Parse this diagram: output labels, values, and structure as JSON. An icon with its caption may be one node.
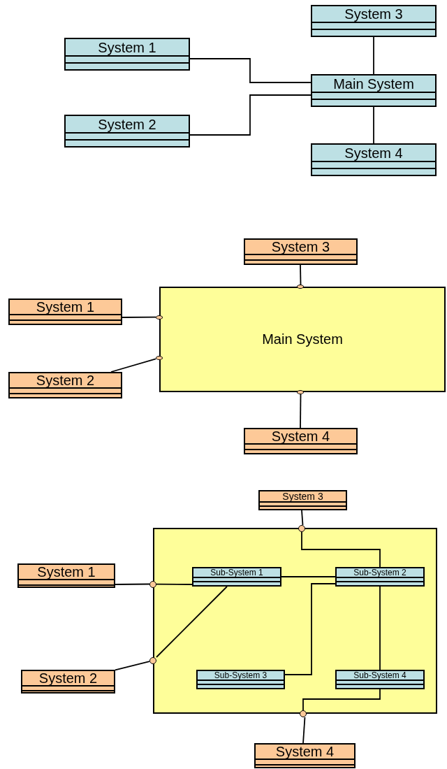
{
  "diagram": {
    "nodes": [
      {
        "text": [
          "System 3"
        ]
      },
      {
        "text": [
          "System 1"
        ]
      },
      {
        "text": [
          "Main System"
        ]
      },
      {
        "text": [
          "System 2"
        ]
      },
      {
        "text": [
          "System 4"
        ]
      },
      {
        "text": [
          "System 3"
        ]
      },
      {
        "text": [
          "System 1"
        ]
      },
      {
        "text": [
          "Main System"
        ]
      },
      {
        "text": [
          "System 2"
        ]
      },
      {
        "text": [
          "System 4"
        ]
      },
      {
        "text": [],
        "shape": "ellipse"
      },
      {
        "text": [],
        "shape": "ellipse"
      },
      {
        "text": [],
        "shape": "ellipse"
      },
      {
        "text": [],
        "shape": "ellipse"
      },
      {
        "text": [
          "System 3"
        ]
      },
      {
        "text": [
          "System 1"
        ]
      },
      {
        "text": [],
        "shape": "box"
      },
      {
        "text": [
          "Sub-System 1"
        ],
        "in": 16
      },
      {
        "text": [
          "Sub-System 2"
        ],
        "in": 16
      },
      {
        "text": [
          "System 2"
        ]
      },
      {
        "text": [
          "Sub-System 3"
        ],
        "in": 16
      },
      {
        "text": [
          "Sub-System 4"
        ],
        "in": 16
      },
      {
        "text": [
          "System 4"
        ]
      },
      {
        "text": [],
        "shape": "circle"
      },
      {
        "text": [],
        "shape": "circle"
      },
      {
        "text": [],
        "shape": "circle"
      },
      {
        "text": [],
        "shape": "circle"
      }
    ],
    "edges": [
      {
        "from": 1,
        "to": 2,
        "arrow": "none"
      },
      {
        "from": 3,
        "to": 2,
        "arrow": "none"
      },
      {
        "from": 0,
        "to": 2,
        "arrow": "none"
      },
      {
        "from": 2,
        "to": 4,
        "arrow": "none"
      },
      {
        "from": 5,
        "to": 10,
        "arrow": "none"
      },
      {
        "from": 6,
        "to": 11,
        "arrow": "none"
      },
      {
        "from": 8,
        "to": 12,
        "arrow": "none"
      },
      {
        "from": 9,
        "to": 13,
        "arrow": "none"
      },
      {
        "from": 14,
        "to": 23,
        "arrow": "none"
      },
      {
        "from": 23,
        "to": 18,
        "arrow": "none"
      },
      {
        "from": 15,
        "to": 24,
        "arrow": "none"
      },
      {
        "from": 24,
        "to": 17,
        "arrow": "none"
      },
      {
        "from": 19,
        "to": 25,
        "arrow": "none"
      },
      {
        "from": 25,
        "to": 17,
        "arrow": "none"
      },
      {
        "from": 17,
        "to": 18,
        "arrow": "none"
      },
      {
        "from": 20,
        "to": 18,
        "arrow": "none"
      },
      {
        "from": 18,
        "to": 21,
        "arrow": "none"
      },
      {
        "from": 21,
        "to": 26,
        "arrow": "none"
      },
      {
        "from": 26,
        "to": 22,
        "arrow": "none"
      }
    ]
  }
}
